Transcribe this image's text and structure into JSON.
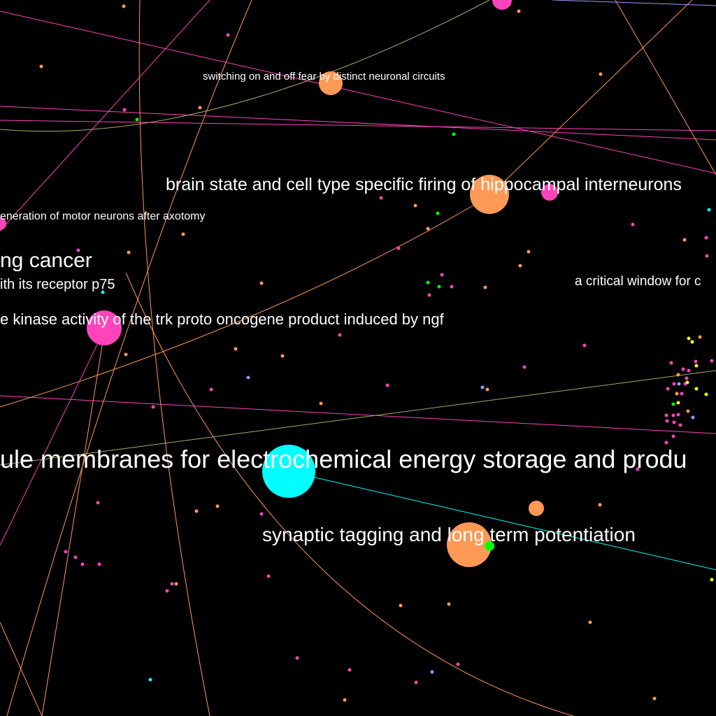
{
  "colors": {
    "background": "#000000",
    "orange": "#ff9955",
    "magenta": "#ff44bb",
    "cyan": "#00ffff",
    "green": "#00ff00",
    "yellow": "#ffff00",
    "lavender": "#9999ff",
    "olive": "#aaaa66",
    "label": "#ffffff"
  },
  "labels": {
    "switching_fear": "switching on and off fear by distinct neuronal circuits",
    "brain_state": "brain state and cell type specific firing of hippocampal interneurons",
    "regeneration": "eneration of motor neurons after axotomy",
    "cancer": "ng cancer",
    "receptor": "ith its receptor p75",
    "critical_window": "a critical window for c",
    "kinase": "e kinase activity of the trk proto oncogene product induced by ngf",
    "membranes": "ule membranes for electrochemical energy storage and produ",
    "synaptic": "synaptic tagging and long term potentiation"
  }
}
